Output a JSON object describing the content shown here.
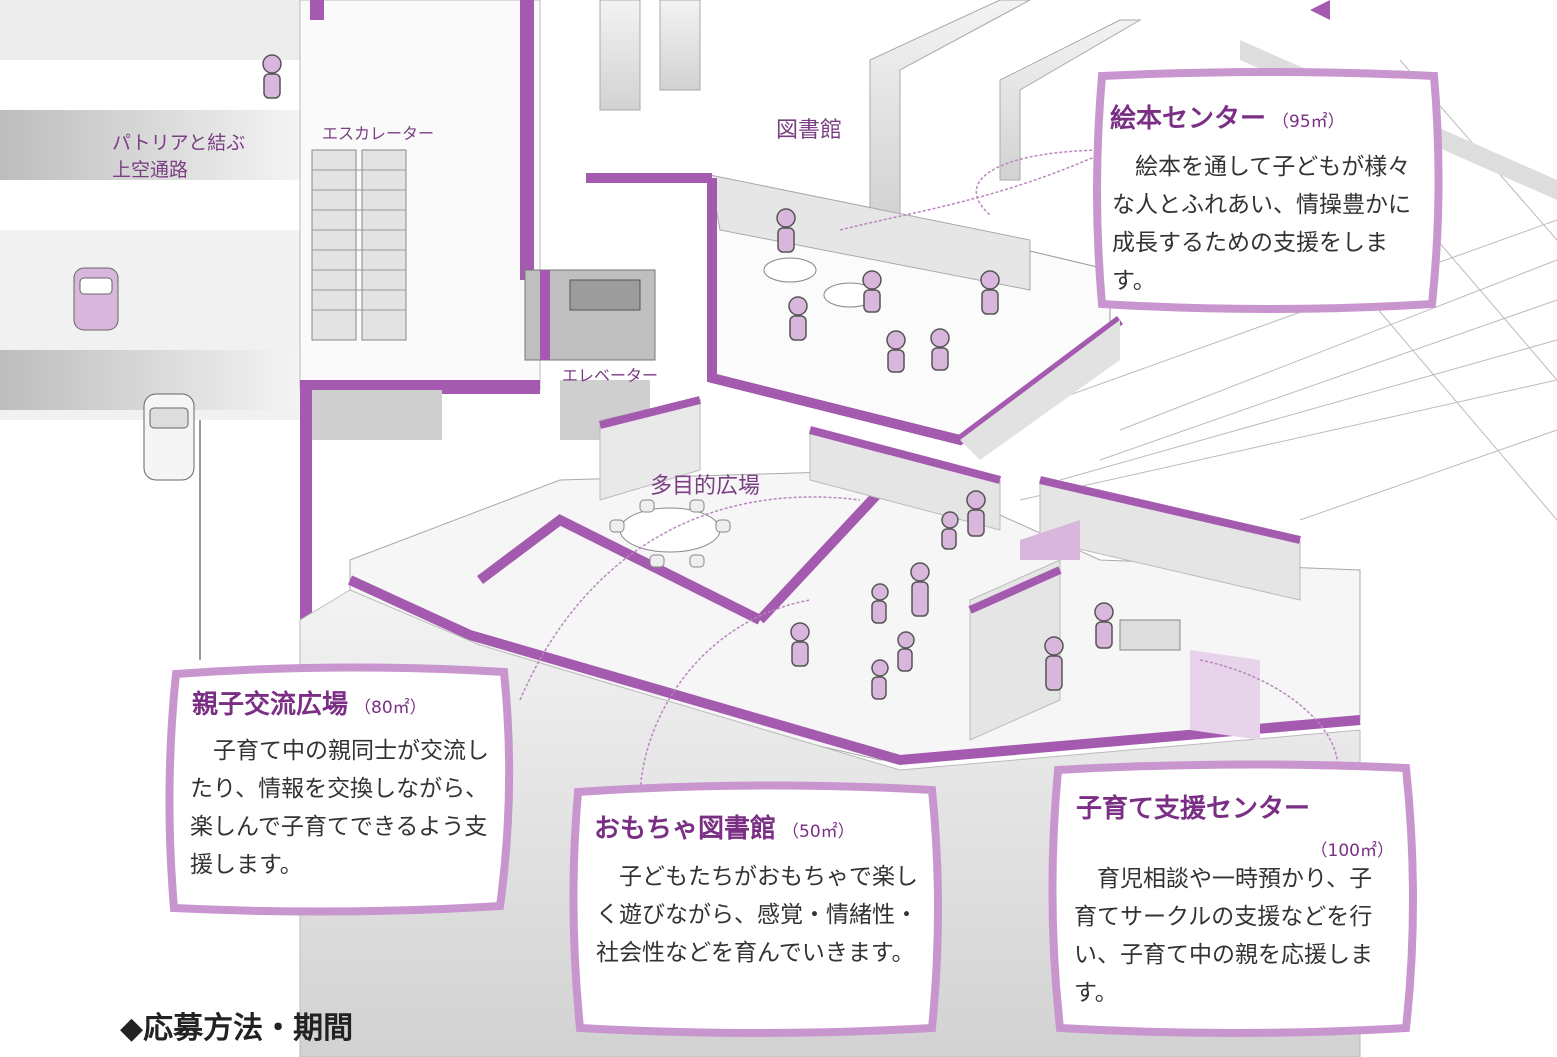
{
  "labels": {
    "skyway_line1": "パトリアと結ぶ",
    "skyway_line2": "上空通路",
    "escalator": "エスカレーター",
    "library": "図書館",
    "elevator": "エレベーター",
    "plaza": "多目的広場"
  },
  "bubbles": {
    "ehon": {
      "title": "絵本センター",
      "area": "（95㎡）",
      "text": "絵本を通して子どもが様々な人とふれあい、情操豊かに成長するための支援をします。"
    },
    "oyako": {
      "title": "親子交流広場",
      "area": "（80㎡）",
      "text": "子育て中の親同士が交流したり、情報を交換しながら、楽しんで子育てできるよう支援します。"
    },
    "omocha": {
      "title": "おもちゃ図書館",
      "area": "（50㎡）",
      "text": "子どもたちがおもちゃで楽しく遊びながら、感覚・情緒性・社会性などを育んでいきます。"
    },
    "kosodate": {
      "title": "子育て支援センター",
      "area": "（100㎡）",
      "text": "育児相談や一時預かり、子育てサークルの支援などを行い、子育て中の親を応援します。"
    }
  },
  "heading": "◆応募方法・期間",
  "colors": {
    "accent": "#a45aae",
    "accent_light": "#c995cf",
    "wall_gray": "#d6d6d6",
    "text_purple": "#7a2f84"
  }
}
